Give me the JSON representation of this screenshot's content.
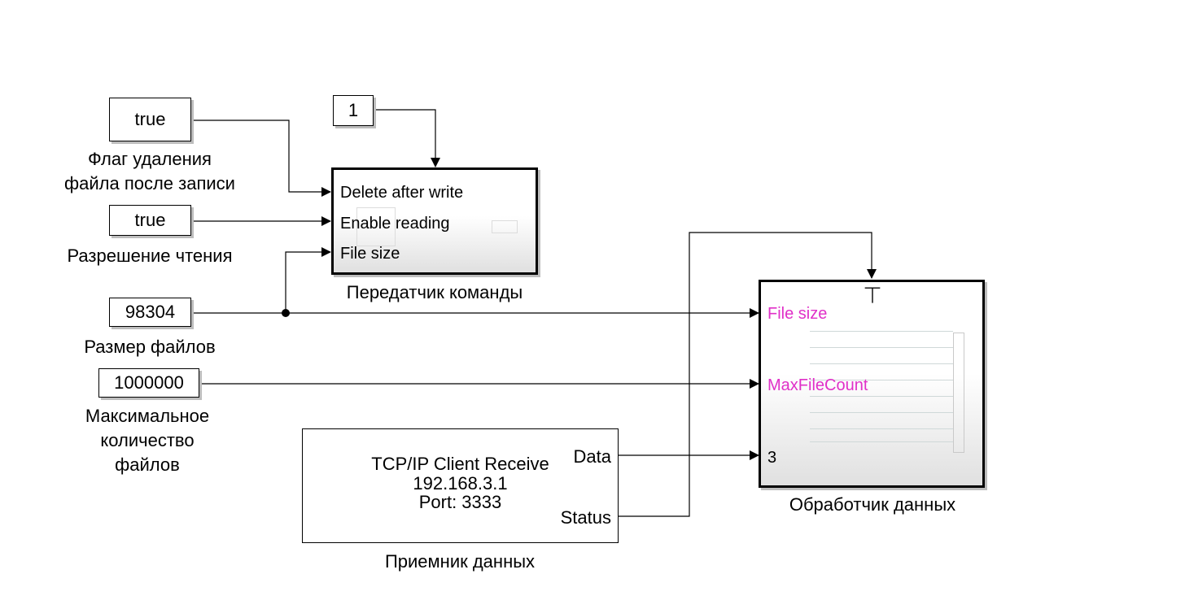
{
  "constants": {
    "delete_flag": "true",
    "enable_reading": "true",
    "file_size": "98304",
    "max_file_count": "1000000",
    "trigger": "1"
  },
  "labels": {
    "delete_flag": "Флаг удаления\nфайла после записи",
    "enable_reading": "Разрешение чтения",
    "file_size": "Размер файлов",
    "max_file_count": "Максимальное\nколичество\nфайлов",
    "command_transmitter": "Передатчик команды",
    "data_processor": "Обработчик данных",
    "data_receiver": "Приемник данных"
  },
  "command_transmitter": {
    "ports": [
      "Delete after write",
      "Enable reading",
      "File size"
    ]
  },
  "data_processor": {
    "ports": [
      "File size",
      "MaxFileCount",
      "3"
    ],
    "port_color": "#e030c8"
  },
  "tcp_receiver": {
    "line1": "TCP/IP Client Receive",
    "line2": "192.168.3.1",
    "line3": "Port: 3333",
    "out_data": "Data",
    "out_status": "Status"
  }
}
